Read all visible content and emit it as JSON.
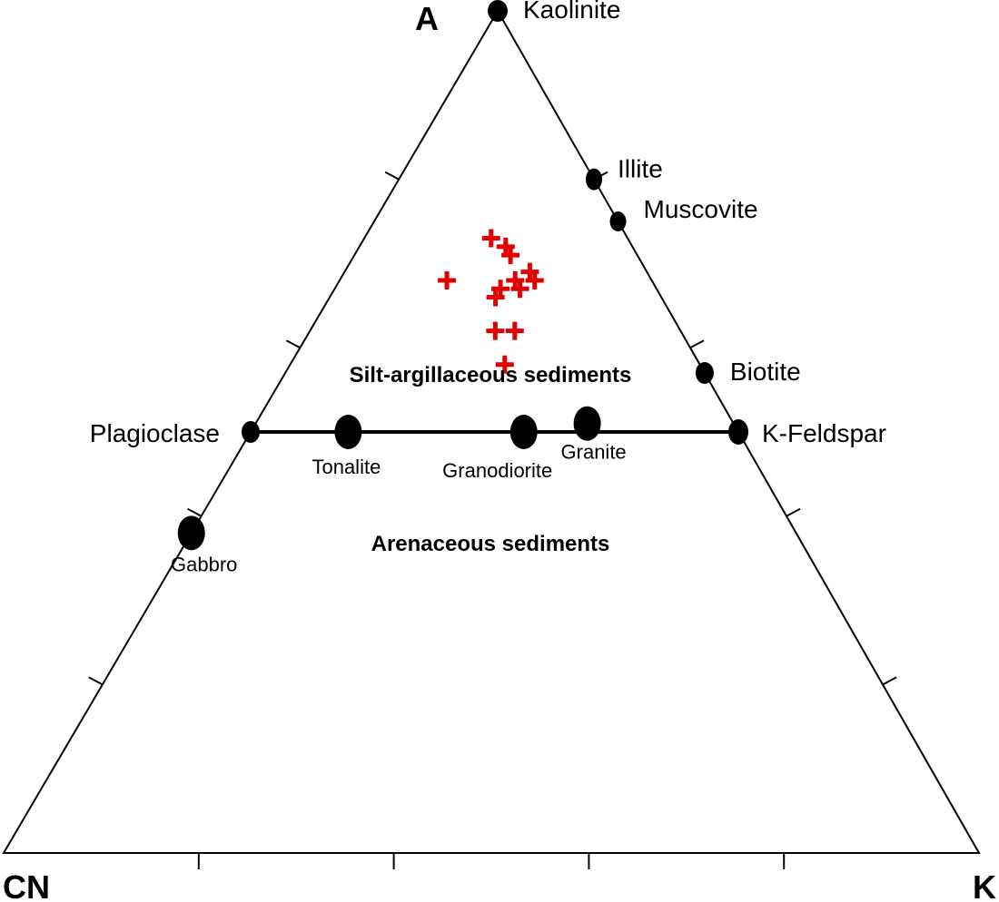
{
  "chart_data": {
    "type": "scatter",
    "subtype": "ternary",
    "vertices": {
      "top": "A",
      "left": "CN",
      "right": "K"
    },
    "tick_fractions": [
      0.2,
      0.4,
      0.6,
      0.8
    ],
    "minerals": [
      {
        "name": "Kaolinite",
        "A": 1.0,
        "CN": 0.0,
        "K": 0.0
      },
      {
        "name": "Illite",
        "A": 0.8,
        "CN": 0.0,
        "K": 0.2
      },
      {
        "name": "Muscovite",
        "A": 0.75,
        "CN": 0.0,
        "K": 0.25
      },
      {
        "name": "Biotite",
        "A": 0.57,
        "CN": 0.0,
        "K": 0.43
      },
      {
        "name": "K-Feldspar",
        "A": 0.5,
        "CN": 0.0,
        "K": 0.5
      },
      {
        "name": "Plagioclase",
        "A": 0.5,
        "CN": 0.5,
        "K": 0.0
      }
    ],
    "rocks": [
      {
        "name": "Tonalite",
        "A": 0.5,
        "CN": 0.4,
        "K": 0.1
      },
      {
        "name": "Granodiorite",
        "A": 0.5,
        "CN": 0.22,
        "K": 0.28
      },
      {
        "name": "Granite",
        "A": 0.51,
        "CN": 0.15,
        "K": 0.34
      },
      {
        "name": "Gabbro",
        "A": 0.38,
        "CN": 0.62,
        "K": 0.0
      }
    ],
    "tie_line": [
      "Plagioclase",
      "K-Feldspar"
    ],
    "field_labels": [
      "Silt-argillaceous sediments",
      "Arenaceous sediments"
    ],
    "samples": {
      "color": "#e00000",
      "marker": "plus",
      "points": [
        {
          "A": 0.73,
          "CN": 0.14,
          "K": 0.13
        },
        {
          "A": 0.72,
          "CN": 0.13,
          "K": 0.15
        },
        {
          "A": 0.71,
          "CN": 0.13,
          "K": 0.16
        },
        {
          "A": 0.69,
          "CN": 0.12,
          "K": 0.19
        },
        {
          "A": 0.68,
          "CN": 0.12,
          "K": 0.2
        },
        {
          "A": 0.68,
          "CN": 0.21,
          "K": 0.11
        },
        {
          "A": 0.68,
          "CN": 0.14,
          "K": 0.18
        },
        {
          "A": 0.67,
          "CN": 0.14,
          "K": 0.19
        },
        {
          "A": 0.67,
          "CN": 0.16,
          "K": 0.17
        },
        {
          "A": 0.66,
          "CN": 0.17,
          "K": 0.17
        },
        {
          "A": 0.62,
          "CN": 0.19,
          "K": 0.19
        },
        {
          "A": 0.62,
          "CN": 0.17,
          "K": 0.21
        },
        {
          "A": 0.58,
          "CN": 0.2,
          "K": 0.22
        }
      ]
    }
  }
}
